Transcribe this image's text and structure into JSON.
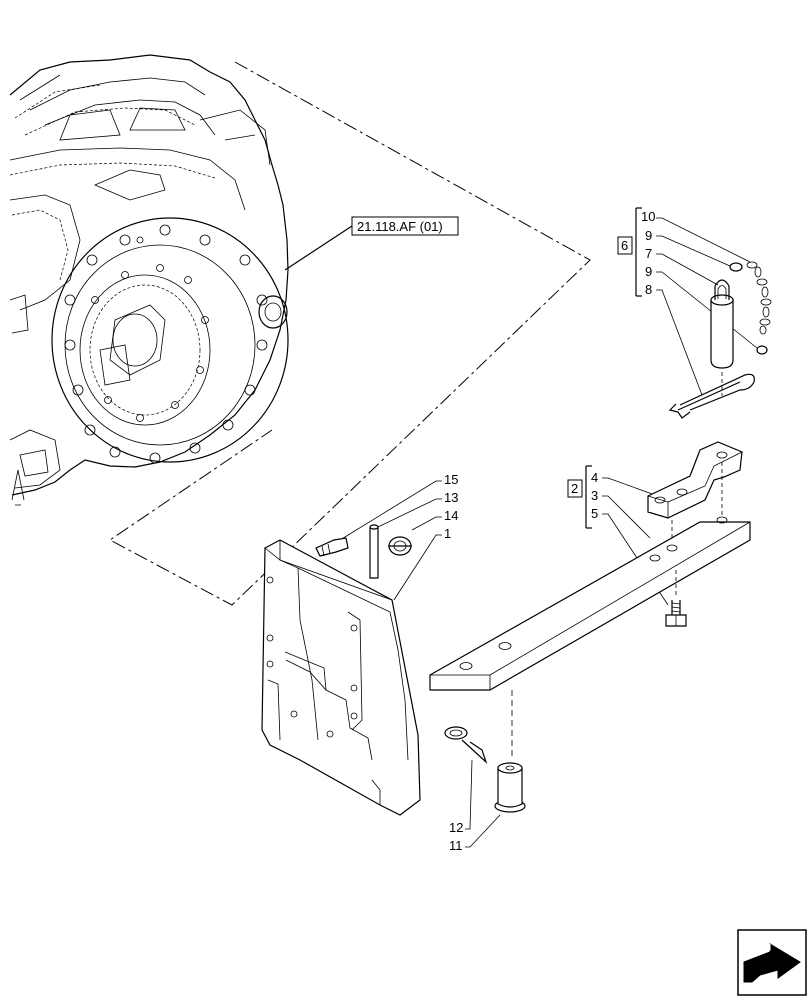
{
  "diagram": {
    "reference_label": "21.118.AF (01)",
    "group_labels": [
      "6",
      "2"
    ],
    "group6_items": [
      "10",
      "9",
      "7",
      "9",
      "8"
    ],
    "group2_items": [
      "4",
      "3",
      "5"
    ],
    "left_callouts": [
      "15",
      "13",
      "14",
      "1"
    ],
    "bottom_callouts": [
      "12",
      "11"
    ]
  },
  "navigation": {
    "icon": "next-page-arrow-icon"
  }
}
